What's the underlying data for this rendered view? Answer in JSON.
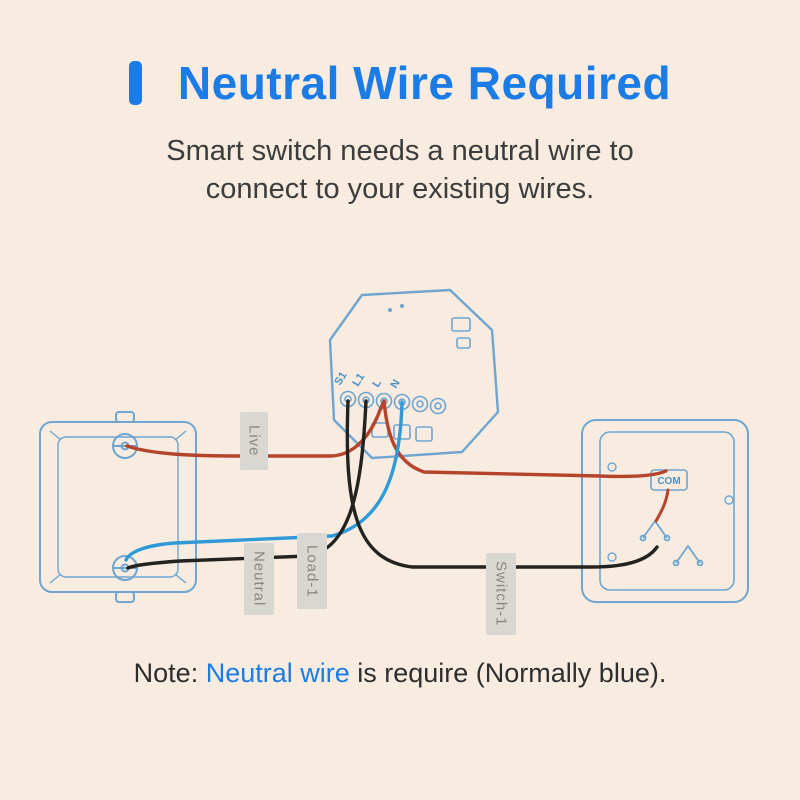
{
  "header": {
    "title": "Neutral Wire Required",
    "subtitle_line1": "Smart switch needs a neutral wire to",
    "subtitle_line2": "connect to your existing wires."
  },
  "diagram": {
    "terminals": [
      "S1",
      "L1",
      "L",
      "N"
    ],
    "tags": {
      "live": "Live",
      "neutral": "Neutral",
      "load1": "Load-1",
      "switch1": "Switch-1"
    },
    "com_label": "COM",
    "colors": {
      "accent_blue": "#1b7ce6",
      "outline_blue": "#6fa5cf",
      "wire_live": "#b5442c",
      "wire_neutral": "#2f9ad8",
      "wire_black": "#24221f",
      "tag_bg": "#d9d7d2",
      "tag_text": "#8a8880"
    }
  },
  "note": {
    "prefix": "Note: ",
    "highlight": "Neutral wire",
    "suffix": " is require (Normally blue)."
  }
}
